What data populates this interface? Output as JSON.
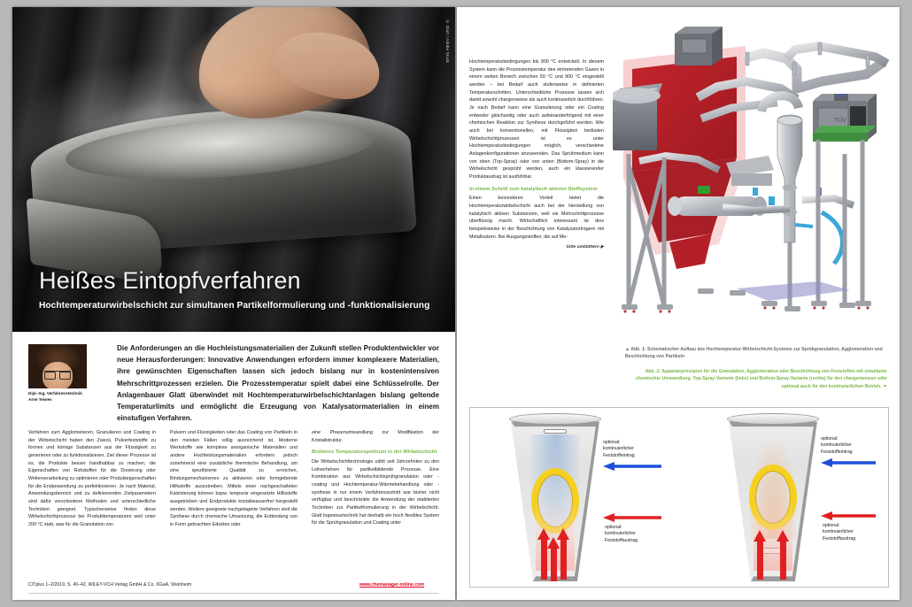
{
  "meta": {
    "hero_credit": "© Glatt / Adobe Stock"
  },
  "left_page": {
    "title": "Heißes Eintopfverfahren",
    "subtitle": "Hochtemperaturwirbelschicht zur simultanen Partikelformulierung und -funktionalisierung",
    "author": {
      "caption": "Dipl.-Ing. Verfahrenstechnik Arne Teiwes"
    },
    "lead": "Die Anforderungen an die Hochleistungsmaterialien der Zukunft stellen Produktentwickler vor neue Herausforderungen: Innovative Anwendungen erfordern immer komplexere Materialien, ihre gewünschten Eigenschaften lassen sich jedoch bislang nur in kostenintensiven Mehrschrittprozessen erzielen. Die Prozesstemperatur spielt dabei eine Schlüsselrolle. Der Anlagenbauer Glatt überwindet mit Hochtemperaturwirbelschichtanlagen bislang geltende Temperaturlimits und ermöglicht die Erzeugung von Katalysatormaterialien in einem einstufigen Verfahren.",
    "columns": [
      {
        "paragraphs": [
          "Verfahren zum Agglomerieren, Granulieren und Coating in der Wirbelschicht haben den Zweck, Pulverfeststoffe zu formen und körnige Substanzen aus der Flüssigkeit zu generieren oder zu funktionalisieren. Ziel dieser Prozesse ist es, die Produkte besser handhabbar zu machen, die Eigenschaften von Rohstoffen für die Dosierung oder Weiterverarbeitung zu optimieren oder Produkteigenschaften für die Endanwendung zu perfektionieren. Je nach Material, Anwendungsbereich und zu definierenden Zielparametern sind dafür verschiedene Methoden und unterschiedliche Techniken geeignet. Typischerweise finden diese Wirbelschichtprozesse bei Produkttemperaturen weit unter 200 °C statt, was für die Granulation von"
        ],
        "heading": ""
      },
      {
        "paragraphs": [
          "Pulvern und Flüssigkeiten oder das Coating von Partikeln in den meisten Fällen völlig ausreichend ist. Moderne Werkstoffe wie komplexe anorganische Materialien und andere Hochleistungsmaterialien erfordern jedoch zunehmend eine zusätzliche thermische Behandlung, um eine spezifizierte Qualität zu erreichen, Bindungsmechanismen zu aktivieren oder formgebende Hilfsstoffe auszutreiben. Mittels einer nachgeschalteten Kalzinierung können bspw. temporär eingesetzte Hilfsstoffe ausgetrieben und Endprodukte kristallwasserfrei hergestellt werden. Weitere geeignete nachgelagerte Verfahren sind die Synthese durch chemische Umsetzung, die Entbindung von in Form gebrachten Edukten oder"
        ],
        "heading": ""
      },
      {
        "paragraphs_before": [
          "eine Phasenumwandlung zur Modifikation der Kristallstruktur."
        ],
        "heading": "Breiteres Temperaturspektrum in der Wirbelschicht",
        "paragraphs": [
          "Die Wirbelschichttechnologie zählt seit Jahrzehnten zu den Leitverfahren für partikelbildende Prozesse. Eine Kombination aus Wirbelschichtsprühgranulation oder -coating und Hochtemperatur-Wärmebehandlung oder -synthese in nur einem Verfahrensschritt war bisher nicht verfügbar und beschränkte die Anwendung der etablierten Techniken zur Partikelformulierung in der Wirbelschicht. Glatt Ingenieurtechnik hat deshalb ein hoch flexibles System für die Sprühgranulation und Coating unter"
        ]
      }
    ],
    "footer": {
      "source": "CITplus 1–2/2019, S. 40–42, WILEY-VCH Verlag GmbH & Co. KGaA, Weinheim",
      "url": "www.chemanager-online.com"
    }
  },
  "right_page": {
    "column": {
      "paragraphs": [
        "Hochtemperaturbedingungen bis 900 °C entwickelt. In diesem System kann die Prozesstemperatur des eintretenden Gases in einem weiten Bereich zwischen 50 °C und 900 °C eingestellt werden – bei Bedarf auch stufenweise in definierten Temperaturschritten. Unterschiedliche Prozesse lassen sich damit sowohl chargenweise als auch kontinuierlich durchführen. Je nach Bedarf kann eine Granulierung oder ein Coating entweder gleichzeitig oder auch aufeinanderfolgend mit einer chemischen Reaktion zur Synthese durchgeführt werden. Wie auch bei konventionellen, mit Flüssigkeit bedüsten Wirbelschichtprozessen ist es unter Hochtemperaturbedingungen möglich, verschiedene Anlagenkonfigurationen anzuwenden. Das Sprühmedium kann von oben (Top-Spray) oder von unten (Bottom-Spray) in die Wirbelschicht gesprüht werden, auch ein klassierender Produktaustrag ist ausführbar."
      ],
      "heading": "In einem Schritt zum katalytisch aktiven Stoffsystem",
      "paragraphs_after": [
        "Einen besonderen Vorteil bietet die Hochtemperaturwirbelschicht auch bei der Herstellung von katalytisch aktiven Substanzen, weil sie Mehrschrittprozesse überflüssig macht. Wirtschaftlich interessant ist dies beispielsweise in der Beschichtung von Katalysatorträgern mit Metallsalzen. Bei Ausgangsstoffen, die auf Me-"
      ],
      "continue_note": "bitte umblättern ▶"
    },
    "caption_1": "▲ Abb. 1: Schematischer Aufbau des Hochtemperatur-Wirbelschicht-Systems zur Sprühgranulation, Agglomeration und Beschichtung von Partikeln",
    "caption_2": "Abb. 2: Apparateprinzipien für die Granulation, Agglomeration oder Beschichtung von Feststoffen mit simultaner chemischer Umwandlung. Top-Spray-Variante (links) und Bottom-Spray-Variante (rechts) für den chargenweisen oder optional auch für den kontinuierlichen Betrieb. ▼",
    "diagram_labels": {
      "left_in": "optional:\nkontinuierlicher\nFeststoffeintrag",
      "left_out": "optional:\nkontinuierlicher\nFeststoffaustrag",
      "right_in": "optional:\nkontinuierlicher\nFeststoffeintrag",
      "right_out": "optional:\nkontinuierlicher\nFeststoffaustrag"
    }
  },
  "colors": {
    "green": "#7ab648",
    "red": "#e2001a",
    "blue_arrow": "#1f4fd8",
    "red_arrow": "#e02020",
    "yellow_ring": "#f5d020"
  }
}
